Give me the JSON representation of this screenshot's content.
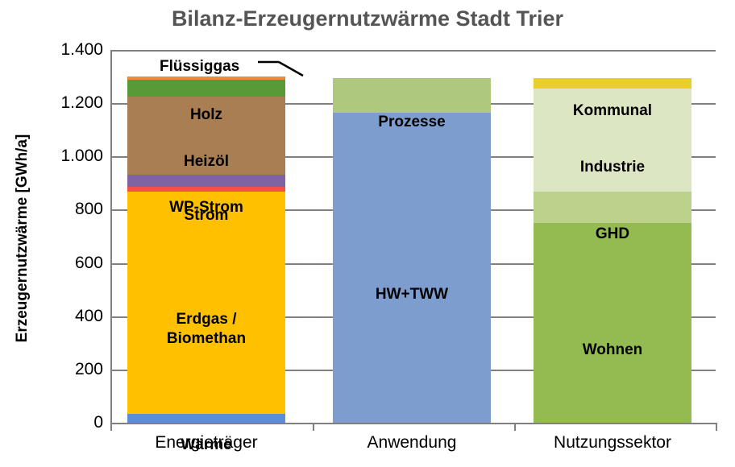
{
  "chart_data": {
    "type": "bar",
    "title": "Bilanz-Erzeugernutzwärme Stadt Trier",
    "xlabel": "",
    "ylabel": "Erzeugernutzwärme [GWh/a]",
    "ylim": [
      0,
      1400
    ],
    "ytick_labels": [
      "1.400",
      "1.200",
      "1.000",
      "800",
      "600",
      "400",
      "200",
      "0"
    ],
    "ytick_values": [
      1400,
      1200,
      1000,
      800,
      600,
      400,
      200,
      0
    ],
    "grid": true,
    "legend": "none (segments labelled in place)",
    "stacked": true,
    "categories": [
      "Energieträger",
      "Anwendung",
      "Nutzungssektor"
    ],
    "bars": [
      {
        "category": "Energieträger",
        "total": 1300,
        "segments": [
          {
            "name": "Wärme",
            "value": 33,
            "color": "#5B8FCF",
            "label_shown": true
          },
          {
            "name": "Erdgas / Biomethan",
            "value": 836,
            "color": "#FFC000",
            "label_shown": true,
            "label_lines": [
              "Erdgas /",
              "Biomethan"
            ]
          },
          {
            "name": "Strom",
            "value": 16,
            "color": "#F0524A",
            "label_shown": true
          },
          {
            "name": "WP-Strom",
            "value": 45,
            "color": "#8064A2",
            "label_shown": true
          },
          {
            "name": "Heizöl",
            "value": 295,
            "color": "#AA7E53",
            "label_shown": true
          },
          {
            "name": "Holz",
            "value": 63,
            "color": "#599A38",
            "label_shown": true
          },
          {
            "name": "Flüssiggas",
            "value": 12,
            "color": "#ED8B3A",
            "label_shown": true,
            "callout": true
          }
        ]
      },
      {
        "category": "Anwendung",
        "total": 1295,
        "segments": [
          {
            "name": "HW+TWW",
            "value": 1163,
            "color": "#7D9DCE",
            "label_shown": true
          },
          {
            "name": "Prozesse",
            "value": 132,
            "color": "#AEC87E",
            "label_shown": true
          }
        ]
      },
      {
        "category": "Nutzungssektor",
        "total": 1295,
        "segments": [
          {
            "name": "Wohnen",
            "value": 750,
            "color": "#94BB52",
            "label_shown": true
          },
          {
            "name": "GHD",
            "value": 118,
            "color": "#BBD18C",
            "label_shown": true
          },
          {
            "name": "Industrie",
            "value": 387,
            "color": "#DCE6C2",
            "label_shown": true
          },
          {
            "name": "Kommunal",
            "value": 40,
            "color": "#E8CE2E",
            "label_shown": true
          }
        ]
      }
    ]
  },
  "colors": {
    "title_text": "#555555",
    "axis_line": "#808080",
    "gridline": "#808080",
    "background": "#FFFFFF",
    "tick_text": "#000000"
  }
}
